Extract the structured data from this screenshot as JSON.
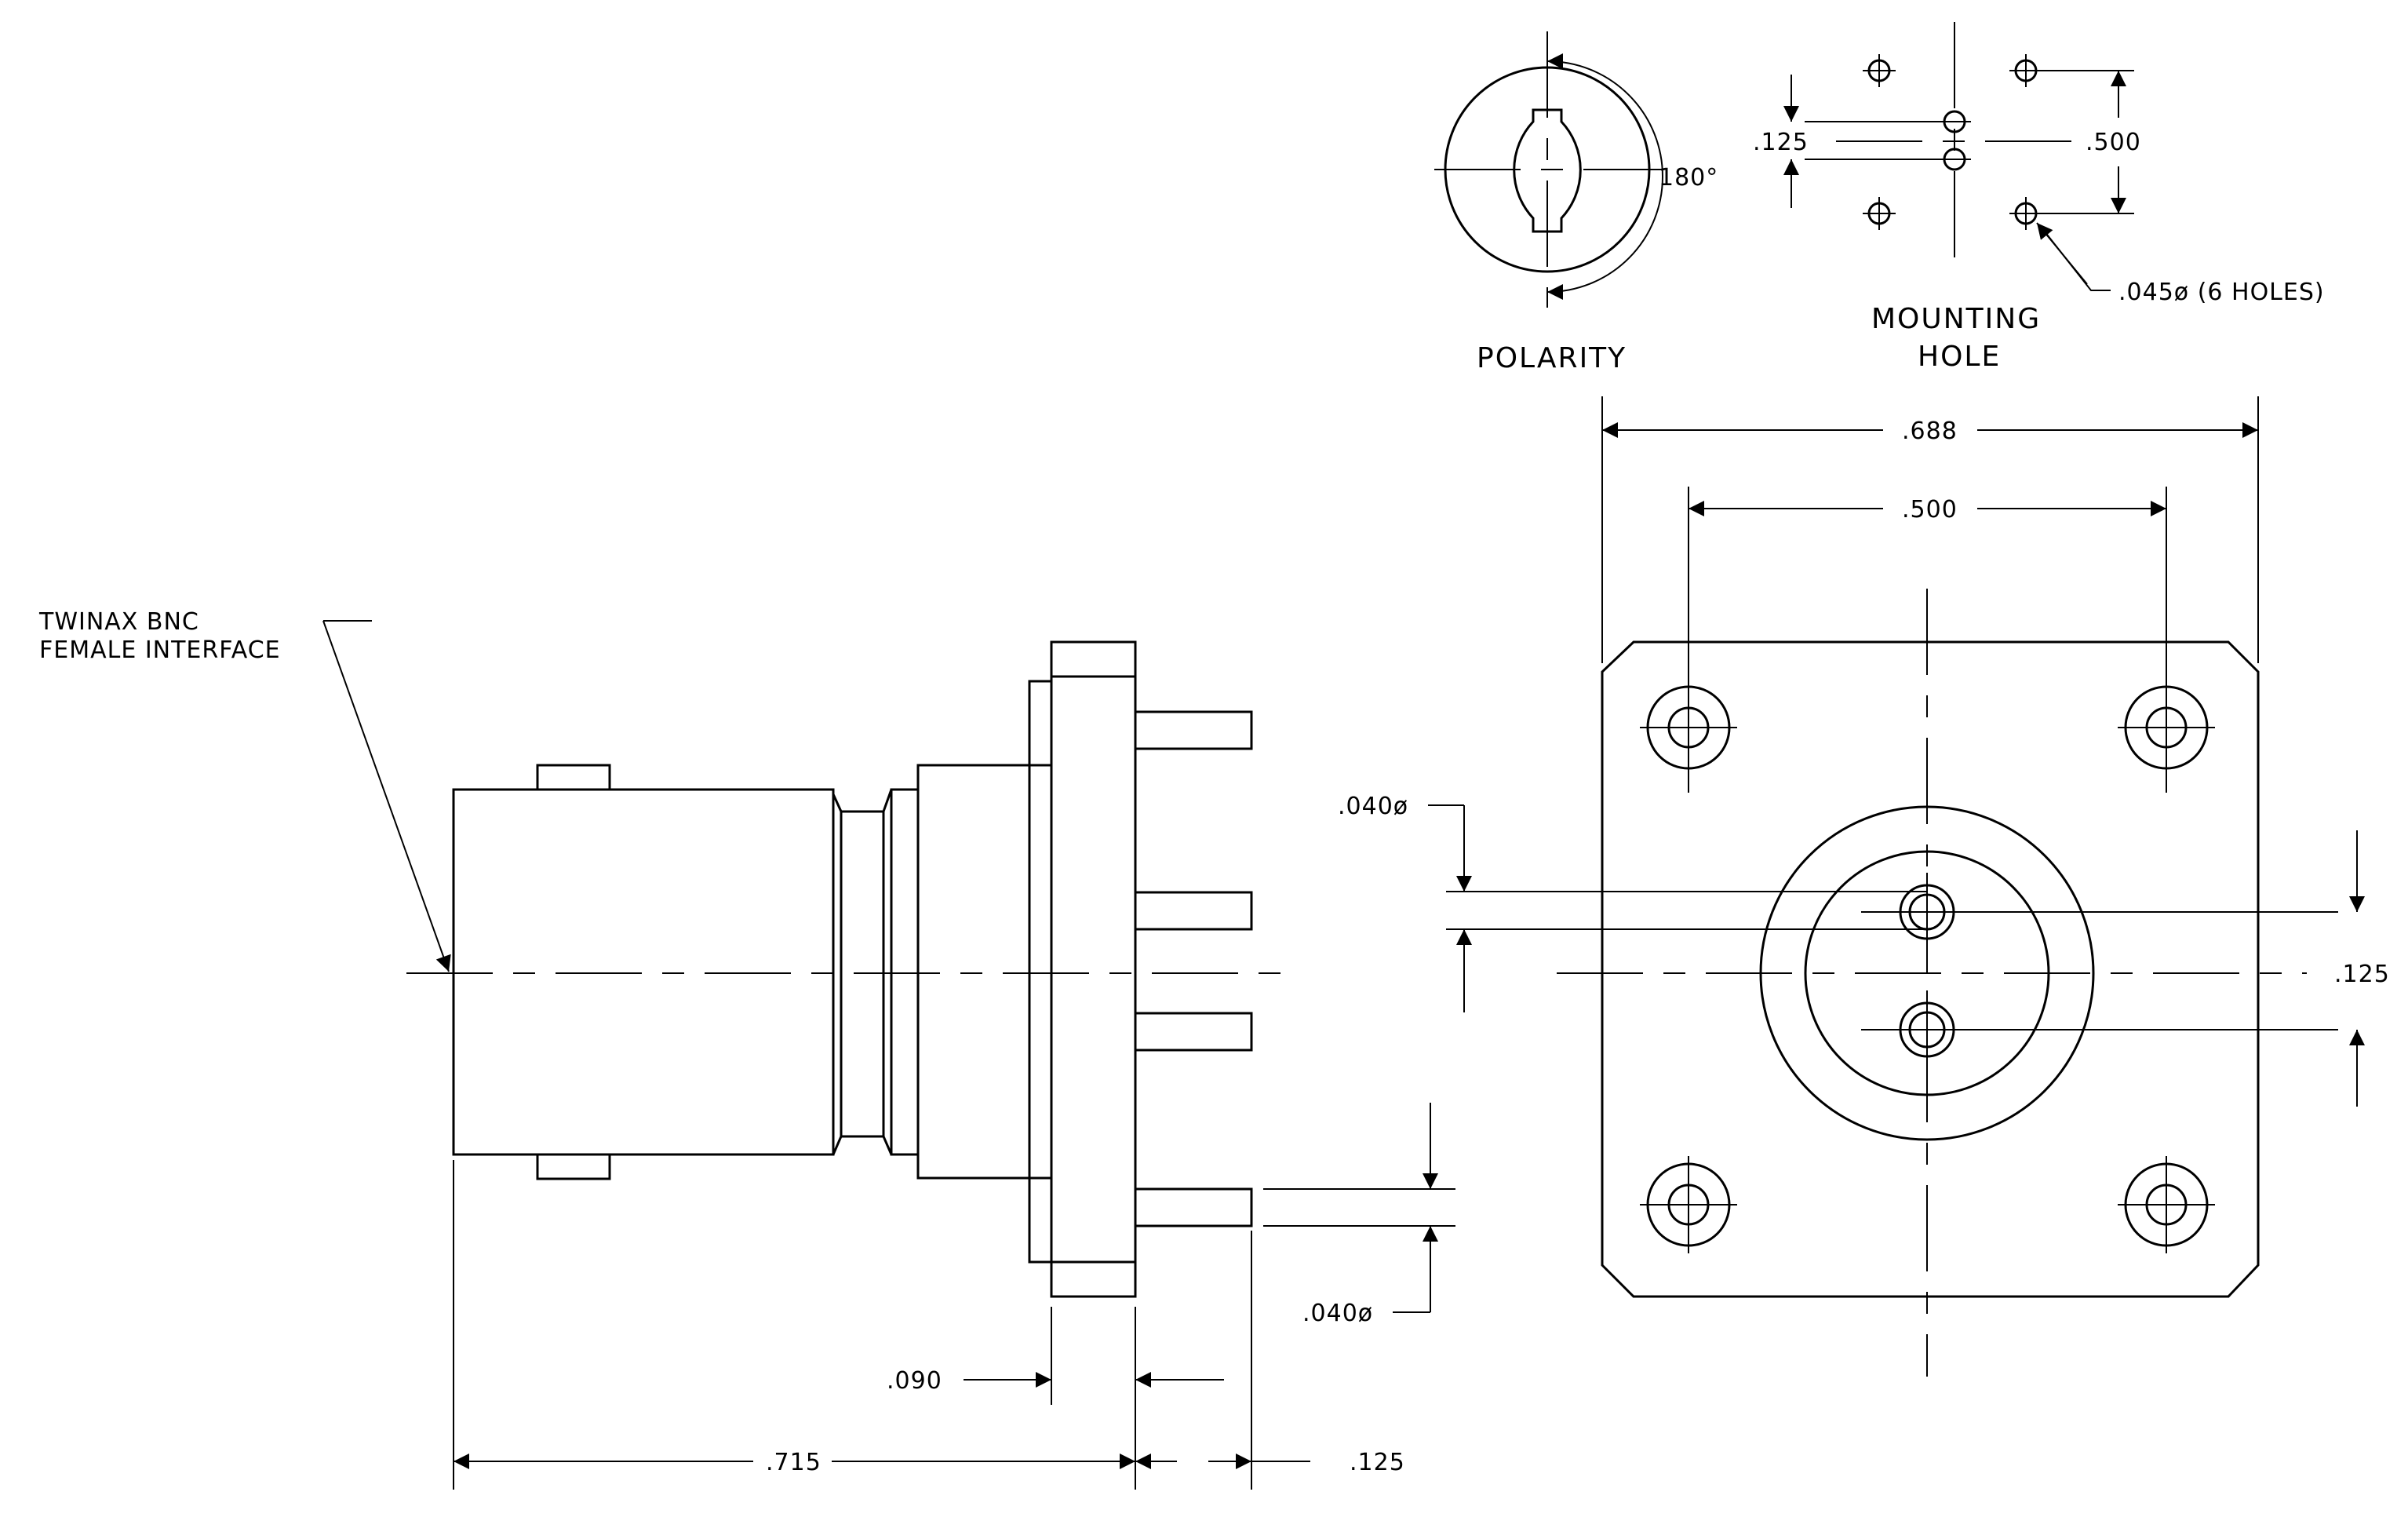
{
  "labels": {
    "interface_line1": "TWINAX BNC",
    "interface_line2": "FEMALE INTERFACE",
    "polarity": "POLARITY",
    "mounting_line1": "MOUNTING",
    "mounting_line2": "HOLE",
    "angle": "180°",
    "holes": ".045ø (6 HOLES)"
  },
  "dimensions": {
    "width_overall": ".688",
    "width_bolt": ".500",
    "pin_spacing_front": ".125",
    "pin_dia_front": ".040ø",
    "pin_dia_side": ".040ø",
    "flange_thickness": ".090",
    "body_length": ".715",
    "pin_length": ".125",
    "hole_spacing_small": ".125",
    "hole_spacing_large": ".500"
  }
}
